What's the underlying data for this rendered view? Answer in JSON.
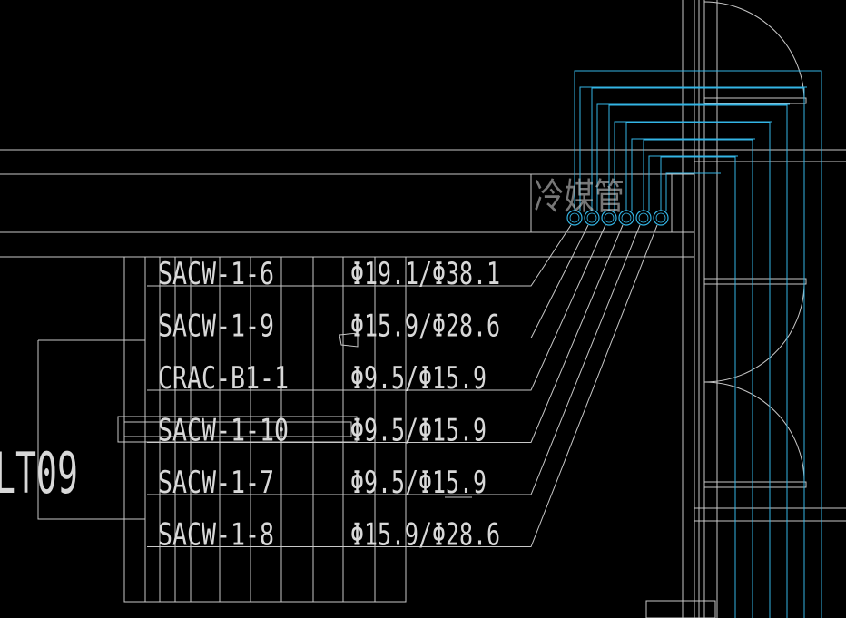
{
  "colors": {
    "background": "#000000",
    "line_white": "#c8c8c8",
    "line_cyan": "#33b5e5",
    "text": "#d8d8d8"
  },
  "room_label": "LT09",
  "chase_label": "冷媒管",
  "pipe_labels": [
    {
      "circuit": "SACW-1-6",
      "size": "Φ19.1/Φ38.1"
    },
    {
      "circuit": "SACW-1-9",
      "size": "Φ15.9/Φ28.6"
    },
    {
      "circuit": "CRAC-B1-1",
      "size": "Φ9.5/Φ15.9"
    },
    {
      "circuit": "SACW-1-10",
      "size": "Φ9.5/Φ15.9"
    },
    {
      "circuit": "SACW-1-7",
      "size": "Φ9.5/Φ15.9"
    },
    {
      "circuit": "SACW-1-8",
      "size": "Φ15.9/Φ28.6"
    }
  ]
}
